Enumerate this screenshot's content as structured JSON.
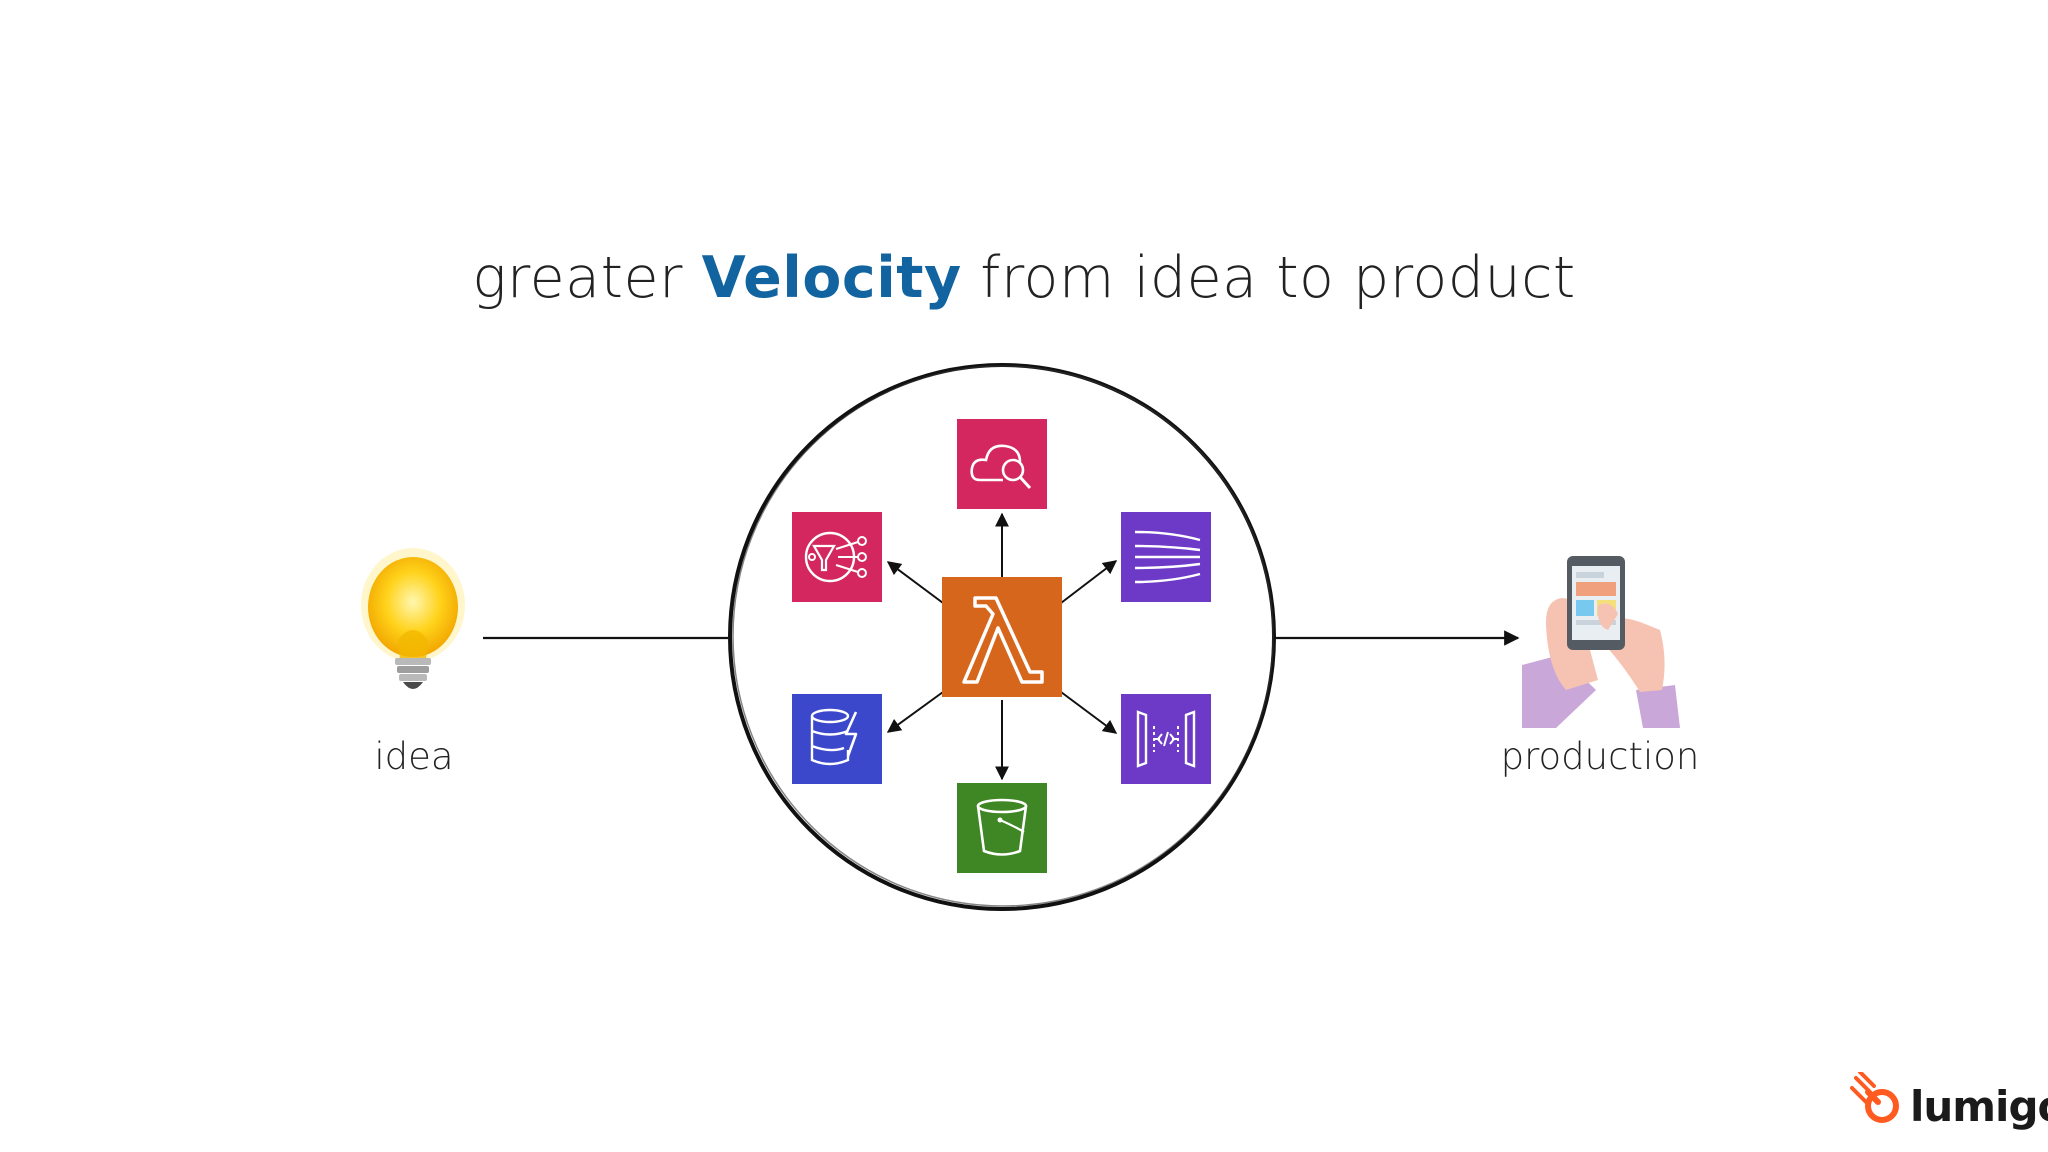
{
  "title": {
    "prefix": "greater",
    "emphasis": "Velocity",
    "suffix": "from idea to product"
  },
  "labels": {
    "idea": "idea",
    "production": "production"
  },
  "logo": {
    "text": "lumigo",
    "icon": "lumigo-logo-icon"
  },
  "colors": {
    "accent": "#11649f",
    "lambda": "#d6661b",
    "pink": "#d4275f",
    "purple": "#6c3ac7",
    "blue": "#3b48cc",
    "green": "#3f8624",
    "logo": "#ff5a1f"
  },
  "services": [
    {
      "icon": "cloudwatch-icon",
      "position": "top"
    },
    {
      "icon": "kinesis-icon",
      "position": "top-right"
    },
    {
      "icon": "api-gateway-icon",
      "position": "bottom-right"
    },
    {
      "icon": "s3-bucket-icon",
      "position": "bottom"
    },
    {
      "icon": "dynamodb-icon",
      "position": "bottom-left"
    },
    {
      "icon": "sns-icon",
      "position": "top-left"
    }
  ],
  "center_service": {
    "icon": "lambda-icon"
  }
}
